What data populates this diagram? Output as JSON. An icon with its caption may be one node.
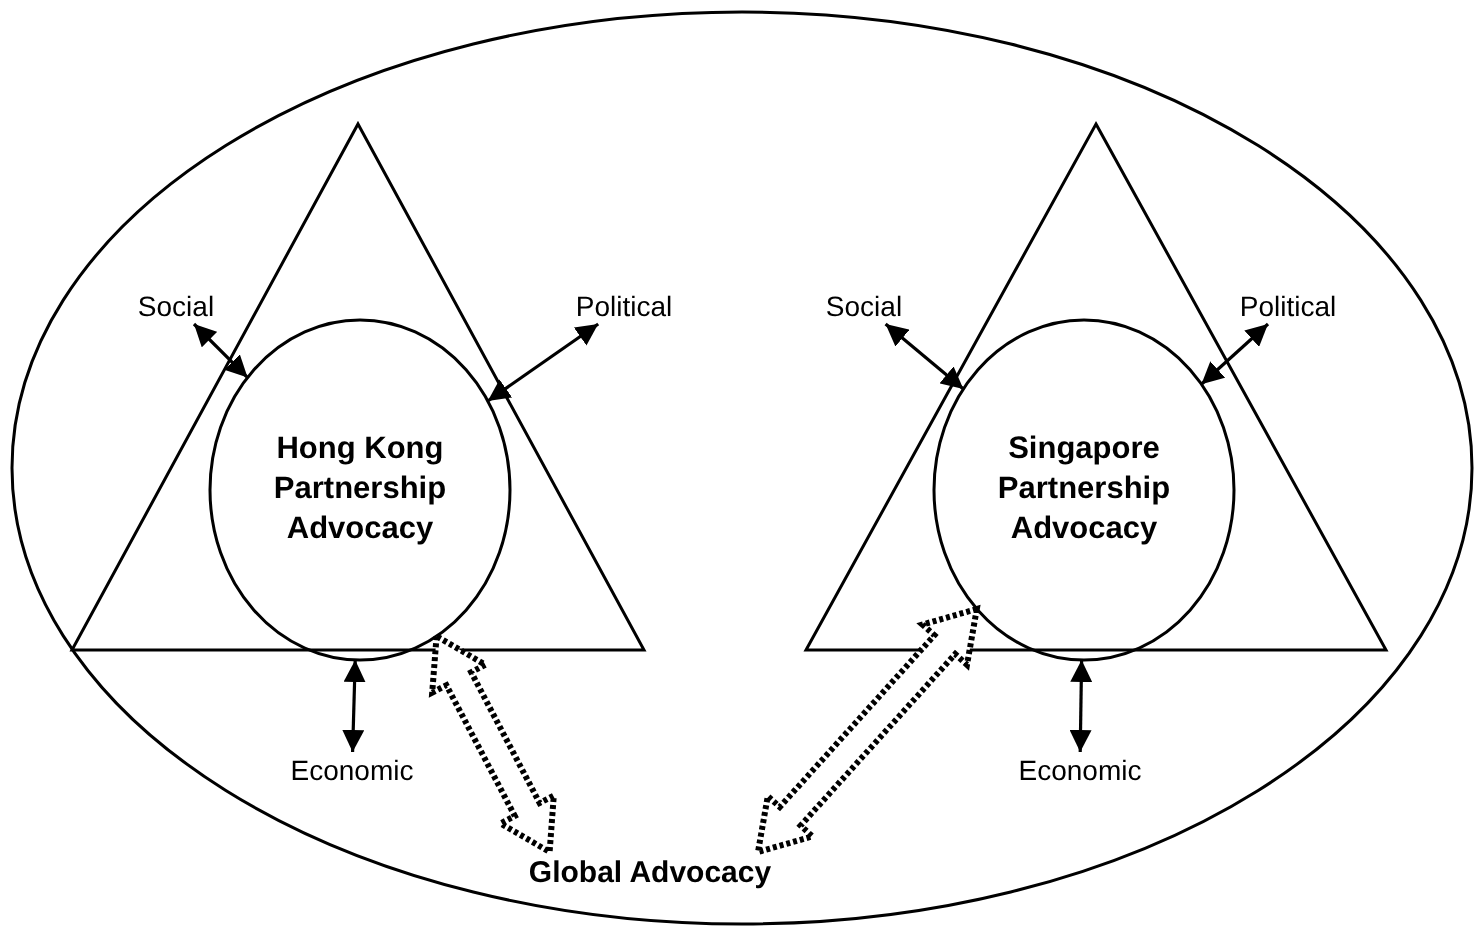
{
  "diagram": {
    "nodes": [
      {
        "text": [],
        "shape": "ellipse"
      },
      {
        "text": [],
        "shape": "triangle",
        "in": 0
      },
      {
        "text": [
          "Hong Kong Partnership Advocacy"
        ],
        "in": 1
      },
      {
        "text": [
          "Social"
        ],
        "in": 0
      },
      {
        "text": [
          "Political"
        ],
        "in": 0
      },
      {
        "text": [
          "Economic"
        ],
        "in": 0
      },
      {
        "text": [],
        "shape": "triangle",
        "in": 0
      },
      {
        "text": [
          "Singapore Partnership Advocacy"
        ],
        "in": 6
      },
      {
        "text": [
          "Social"
        ],
        "in": 0
      },
      {
        "text": [
          "Political"
        ],
        "in": 0
      },
      {
        "text": [
          "Economic"
        ],
        "in": 0
      },
      {
        "text": [
          "Global Advocacy"
        ],
        "in": 0
      }
    ],
    "edges": [
      {
        "from": 3,
        "to": 2,
        "arrow": "both"
      },
      {
        "from": 4,
        "to": 2,
        "arrow": "both"
      },
      {
        "from": 2,
        "to": 5,
        "arrow": "both"
      },
      {
        "from": 2,
        "to": 11,
        "arrow": "both",
        "style": "dashed"
      },
      {
        "from": 8,
        "to": 7,
        "arrow": "both"
      },
      {
        "from": 9,
        "to": 7,
        "arrow": "both"
      },
      {
        "from": 7,
        "to": 10,
        "arrow": "both"
      },
      {
        "from": 7,
        "to": 11,
        "arrow": "both",
        "style": "dashed"
      }
    ]
  }
}
